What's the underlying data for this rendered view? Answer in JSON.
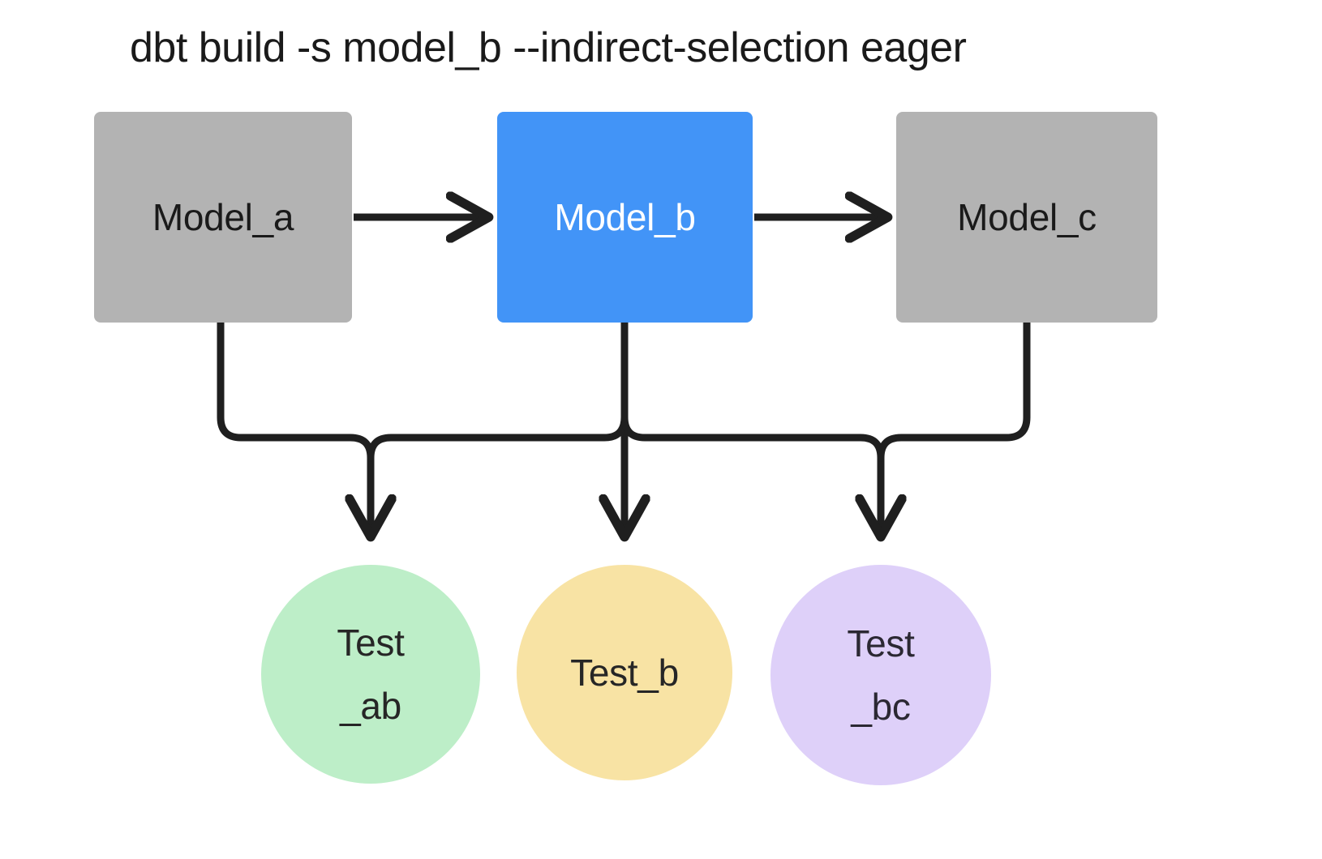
{
  "diagram": {
    "title": "dbt build -s model_b --indirect-selection eager",
    "type": "dag",
    "background": "#ffffff",
    "colors": {
      "selected_node": "#4294f7",
      "unselected_node": "#b3b3b3",
      "test_ab": "#bdeec8",
      "test_b": "#f8e3a4",
      "test_bc": "#ded0f9",
      "edge": "#1f1f1f",
      "text_dark": "#1a1a1a",
      "text_light": "#ffffff"
    },
    "models": [
      {
        "id": "model_a",
        "label": "Model_a",
        "state": "unselected"
      },
      {
        "id": "model_b",
        "label": "Model_b",
        "state": "selected"
      },
      {
        "id": "model_c",
        "label": "Model_c",
        "state": "unselected"
      }
    ],
    "tests": [
      {
        "id": "test_ab",
        "line1": "Test",
        "line2": "_ab",
        "color": "green"
      },
      {
        "id": "test_b",
        "line1": "Test_b",
        "line2": "",
        "color": "yellow"
      },
      {
        "id": "test_bc",
        "line1": "Test",
        "line2": "_bc",
        "color": "purple"
      }
    ],
    "edges": [
      {
        "from": "model_a",
        "to": "model_b",
        "kind": "arrow-right"
      },
      {
        "from": "model_b",
        "to": "model_c",
        "kind": "arrow-right"
      },
      {
        "from": "model_a",
        "to": "test_ab",
        "kind": "elbow-down"
      },
      {
        "from": "model_b",
        "to": "test_ab",
        "kind": "elbow-down"
      },
      {
        "from": "model_b",
        "to": "test_b",
        "kind": "straight-down"
      },
      {
        "from": "model_b",
        "to": "test_bc",
        "kind": "elbow-down"
      },
      {
        "from": "model_c",
        "to": "test_bc",
        "kind": "elbow-down"
      }
    ]
  }
}
